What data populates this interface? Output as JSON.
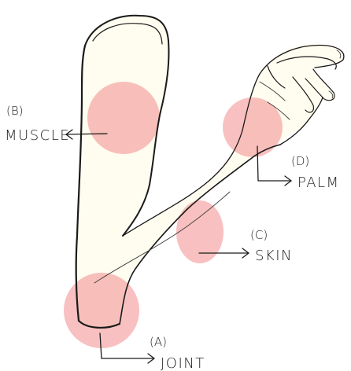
{
  "labels": {
    "muscle": {
      "letter": "(B)",
      "name": "MUSCLE"
    },
    "palm": {
      "letter": "(D)",
      "name": "PALM"
    },
    "skin": {
      "letter": "(C)",
      "name": "SKIN"
    },
    "joint": {
      "letter": "(A)",
      "name": "JOINT"
    }
  },
  "colors": {
    "highlight": "#f39a9a",
    "arm_fill": "#fffdf0",
    "line": "#1a1a1a"
  }
}
